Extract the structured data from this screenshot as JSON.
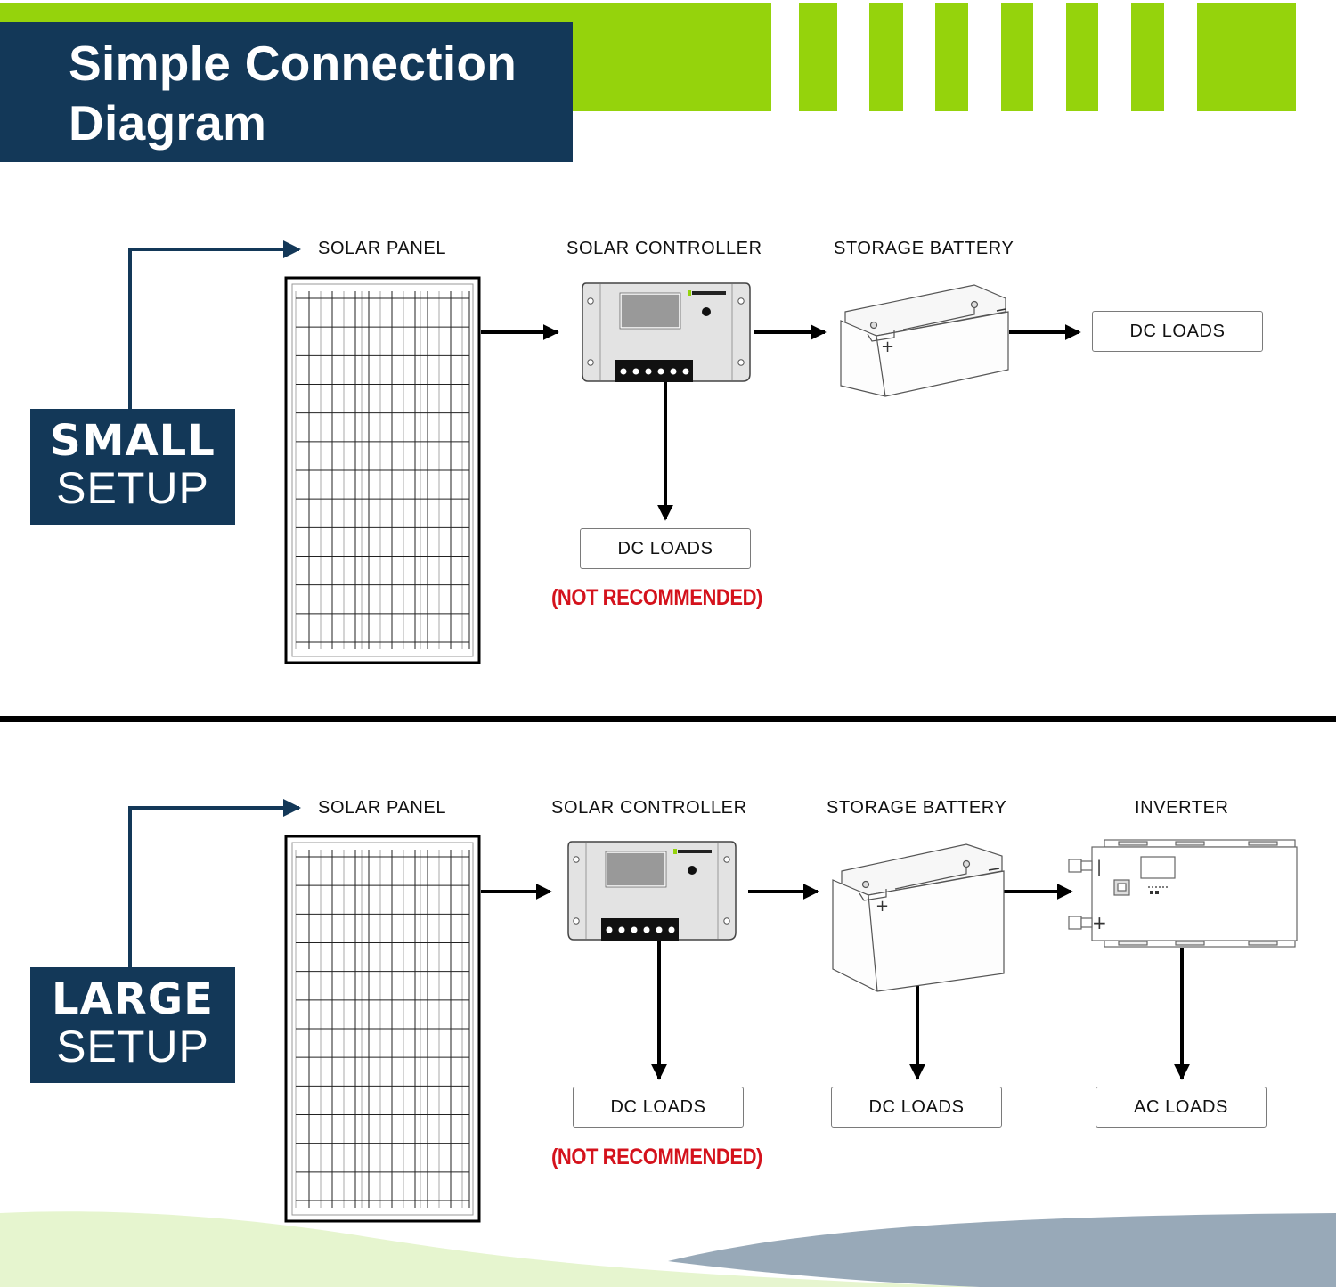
{
  "header": {
    "title": "Simple Connection\nDiagram",
    "colors": {
      "navy": "#133858",
      "lime": "#95d30c"
    }
  },
  "small_setup": {
    "badge_line1": "SMALL",
    "badge_line2": "SETUP",
    "labels": {
      "solar_panel": "SOLAR PANEL",
      "solar_controller": "SOLAR CONTROLLER",
      "storage_battery": "STORAGE BATTERY"
    },
    "loads": {
      "battery_output": "DC LOADS",
      "controller_output": "DC LOADS"
    },
    "warning": "(NOT RECOMMENDED)",
    "flow": [
      "Solar Panel",
      "Solar Controller",
      "Storage Battery",
      "DC Loads"
    ],
    "branches": [
      {
        "from": "Solar Controller",
        "to": "DC Loads",
        "note": "(NOT RECOMMENDED)"
      }
    ]
  },
  "large_setup": {
    "badge_line1": "LARGE",
    "badge_line2": "SETUP",
    "labels": {
      "solar_panel": "SOLAR PANEL",
      "solar_controller": "SOLAR CONTROLLER",
      "storage_battery": "STORAGE BATTERY",
      "inverter": "INVERTER"
    },
    "loads": {
      "controller_output": "DC LOADS",
      "battery_output": "DC LOADS",
      "inverter_output": "AC LOADS"
    },
    "warning": "(NOT RECOMMENDED)",
    "flow": [
      "Solar Panel",
      "Solar Controller",
      "Storage Battery",
      "Inverter"
    ],
    "branches": [
      {
        "from": "Solar Controller",
        "to": "DC Loads",
        "note": "(NOT RECOMMENDED)"
      },
      {
        "from": "Storage Battery",
        "to": "DC Loads"
      },
      {
        "from": "Inverter",
        "to": "AC Loads"
      }
    ]
  },
  "device_marks": {
    "battery_positive": "+",
    "inverter_negative": "|",
    "inverter_positive": "+"
  }
}
